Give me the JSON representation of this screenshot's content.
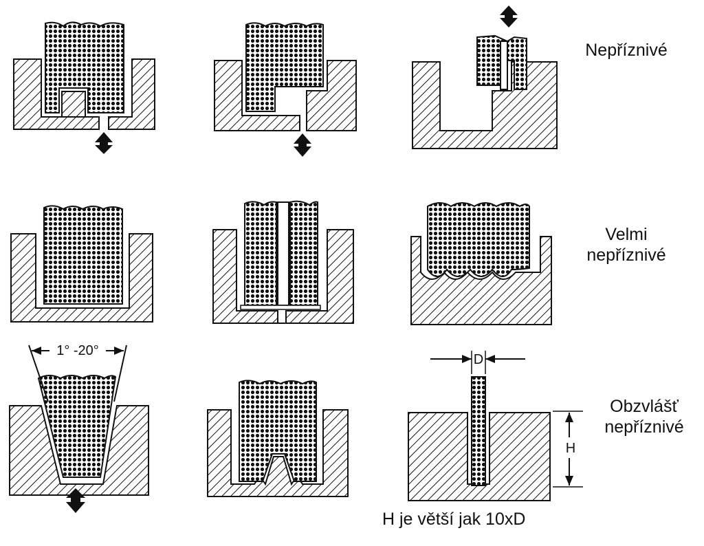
{
  "labels": {
    "row1": "Nepříznivé",
    "row2": [
      "Velmi",
      "nepříznivé"
    ],
    "row3": [
      "Obzvlášť",
      "nepříznivé"
    ],
    "angle": "1° -20°",
    "diameter": "D",
    "height": "H",
    "caption": "H je větší jak 10xD"
  },
  "colors": {
    "ink": "#111111",
    "hatch": "#111111",
    "dots": "#111111",
    "background": "#ffffff"
  },
  "icons": {
    "arrow": "double-arrow-vertical"
  }
}
